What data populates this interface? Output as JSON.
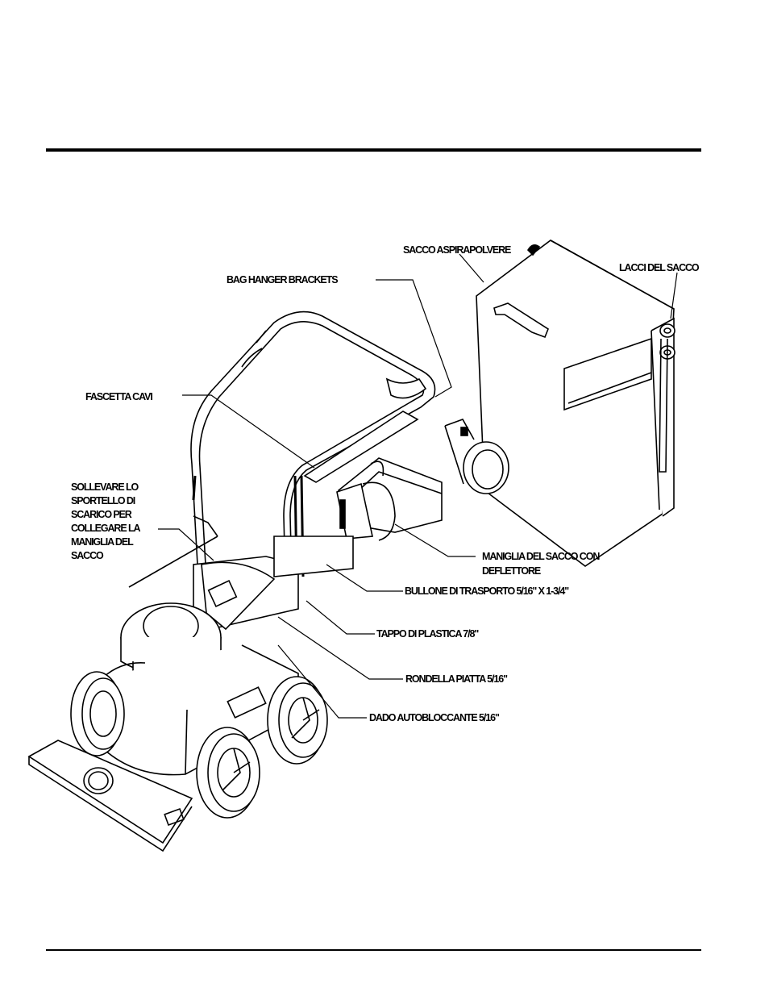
{
  "labels": {
    "sacco_aspirapolvere": "SACCO ASPIRAPOLVERE",
    "lacci_del_sacco": "LACCI DEL SACCO",
    "bag_hanger_brackets": "BAG HANGER BRACKETS",
    "fascetta_cavi": "FASCETTA CAVI",
    "sollevare_lines": [
      "SOLLEVARE LO",
      "SPORTELLO DI",
      "SCARICO PER",
      "COLLEGARE LA",
      "MANIGLIA DEL",
      "SACCO"
    ],
    "maniglia_lines": [
      "MANIGLIA DEL SACCO CON",
      "DEFLETTORE"
    ],
    "bullone": "BULLONE DI TRASPORTO 5/16\" X 1-3/4\"",
    "tappo": "TAPPO DI PLASTICA 7/8\"",
    "rondella": "RONDELLA PIATTA 5/16\"",
    "dado": "DADO AUTOBLOCCANTE 5/16\""
  }
}
